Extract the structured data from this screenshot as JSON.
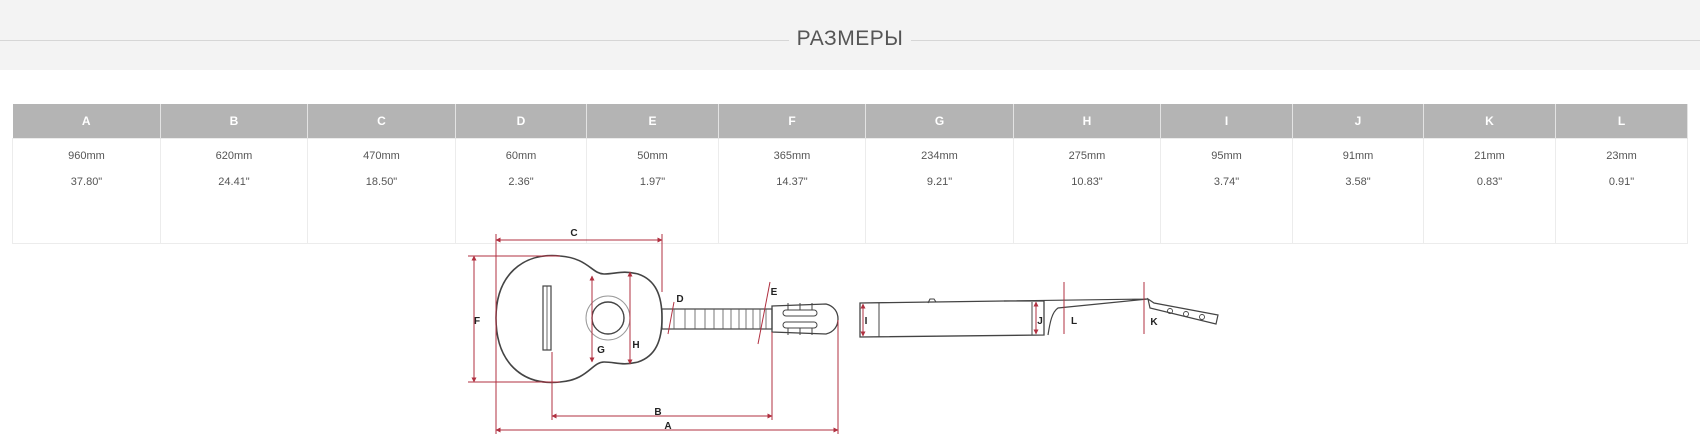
{
  "section": {
    "title": "РАЗМЕРЫ"
  },
  "table": {
    "columns": [
      {
        "key": "A",
        "mm": "960mm",
        "in": "37.80\""
      },
      {
        "key": "B",
        "mm": "620mm",
        "in": "24.41\""
      },
      {
        "key": "C",
        "mm": "470mm",
        "in": "18.50\""
      },
      {
        "key": "D",
        "mm": "60mm",
        "in": "2.36\""
      },
      {
        "key": "E",
        "mm": "50mm",
        "in": "1.97\""
      },
      {
        "key": "F",
        "mm": "365mm",
        "in": "14.37\""
      },
      {
        "key": "G",
        "mm": "234mm",
        "in": "9.21\""
      },
      {
        "key": "H",
        "mm": "275mm",
        "in": "10.83\""
      },
      {
        "key": "I",
        "mm": "95mm",
        "in": "3.74\""
      },
      {
        "key": "J",
        "mm": "91mm",
        "in": "3.58\""
      },
      {
        "key": "K",
        "mm": "21mm",
        "in": "0.83\""
      },
      {
        "key": "L",
        "mm": "23mm",
        "in": "0.91\""
      }
    ]
  },
  "diagram": {
    "labels": {
      "A": "A",
      "B": "B",
      "C": "C",
      "D": "D",
      "E": "E",
      "F": "F",
      "G": "G",
      "H": "H",
      "I": "I",
      "J": "J",
      "K": "K",
      "L": "L"
    },
    "colors": {
      "dimension": "#b03040",
      "outline": "#444444"
    }
  }
}
